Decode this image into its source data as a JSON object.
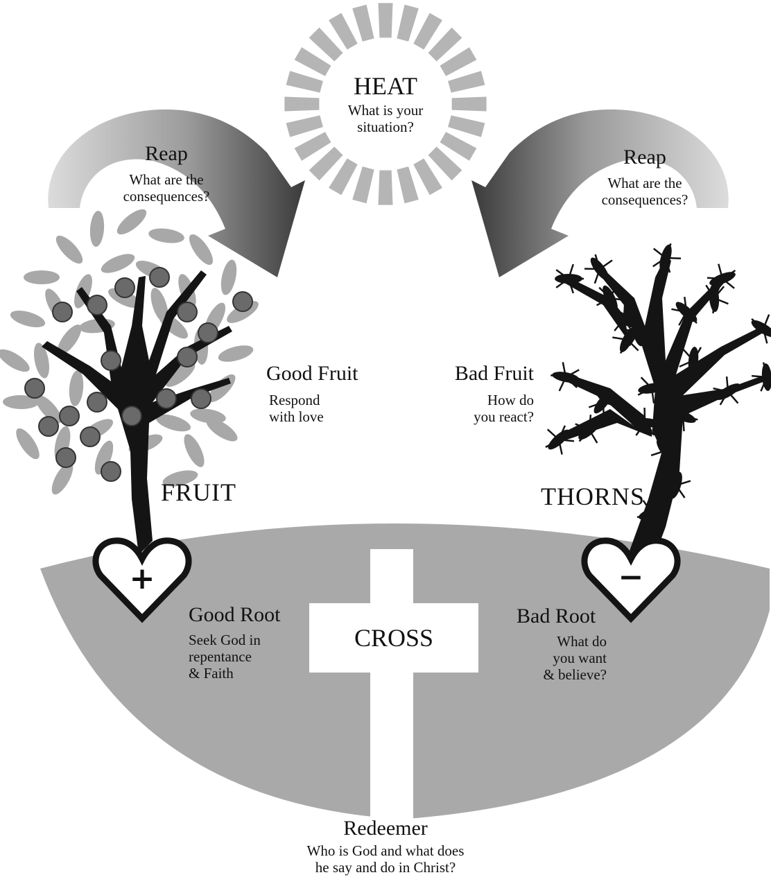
{
  "heat": {
    "title": "HEAT",
    "subtitle_line1": "What is your",
    "subtitle_line2": "situation?"
  },
  "reap_left": {
    "title": "Reap",
    "line1": "What are the",
    "line2": "consequences?"
  },
  "reap_right": {
    "title": "Reap",
    "line1": "What are the",
    "line2": "consequences?"
  },
  "good_fruit": {
    "title": "Good Fruit",
    "line1": "Respond",
    "line2": "with love"
  },
  "bad_fruit": {
    "title": "Bad Fruit",
    "line1": "How do",
    "line2": "you react?"
  },
  "fruit_label": "FRUIT",
  "thorns_label": "THORNS",
  "good_root": {
    "title": "Good Root",
    "line1": "Seek God in",
    "line2": "repentance",
    "line3": "& Faith"
  },
  "bad_root": {
    "title": "Bad Root",
    "line1": "What do",
    "line2": "you want",
    "line3": "& believe?"
  },
  "cross_label": "CROSS",
  "plus_sign": "+",
  "minus_sign": "−",
  "redeemer": {
    "title": "Redeemer",
    "line1": "Who is God and what does",
    "line2": "he say and do in Christ?"
  },
  "colors": {
    "ground": "#a9a9a9",
    "dark": "#141414",
    "leaf": "#a8a8a8",
    "fruit": "#6a6a6a",
    "sun": "#b5b5b5",
    "arrow_dark": "#3c3c3c",
    "arrow_light": "#d0d0d0"
  }
}
